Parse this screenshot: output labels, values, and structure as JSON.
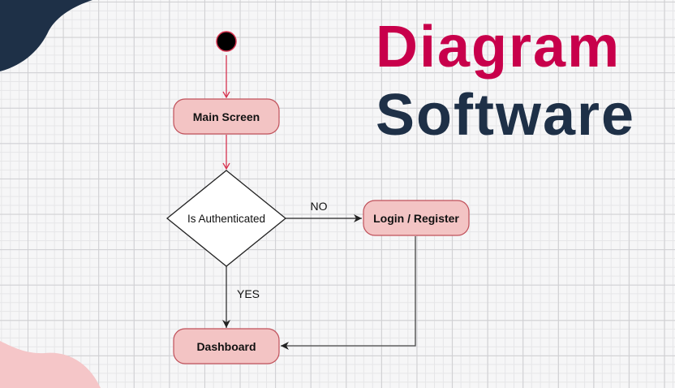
{
  "title": {
    "line1": "Diagram",
    "line2": "Software"
  },
  "colors": {
    "accent": "#c8004b",
    "navy": "#1e3047",
    "node_fill": "#f3c4c4",
    "node_stroke": "#c0505a",
    "blob_pink": "#f5c6c8"
  },
  "flowchart": {
    "start": {
      "label": "start-node"
    },
    "nodes": {
      "main": "Main Screen",
      "decision": "Is Authenticated",
      "login": "Login / Register",
      "dashboard": "Dashboard"
    },
    "edge_labels": {
      "no": "NO",
      "yes": "YES"
    }
  }
}
